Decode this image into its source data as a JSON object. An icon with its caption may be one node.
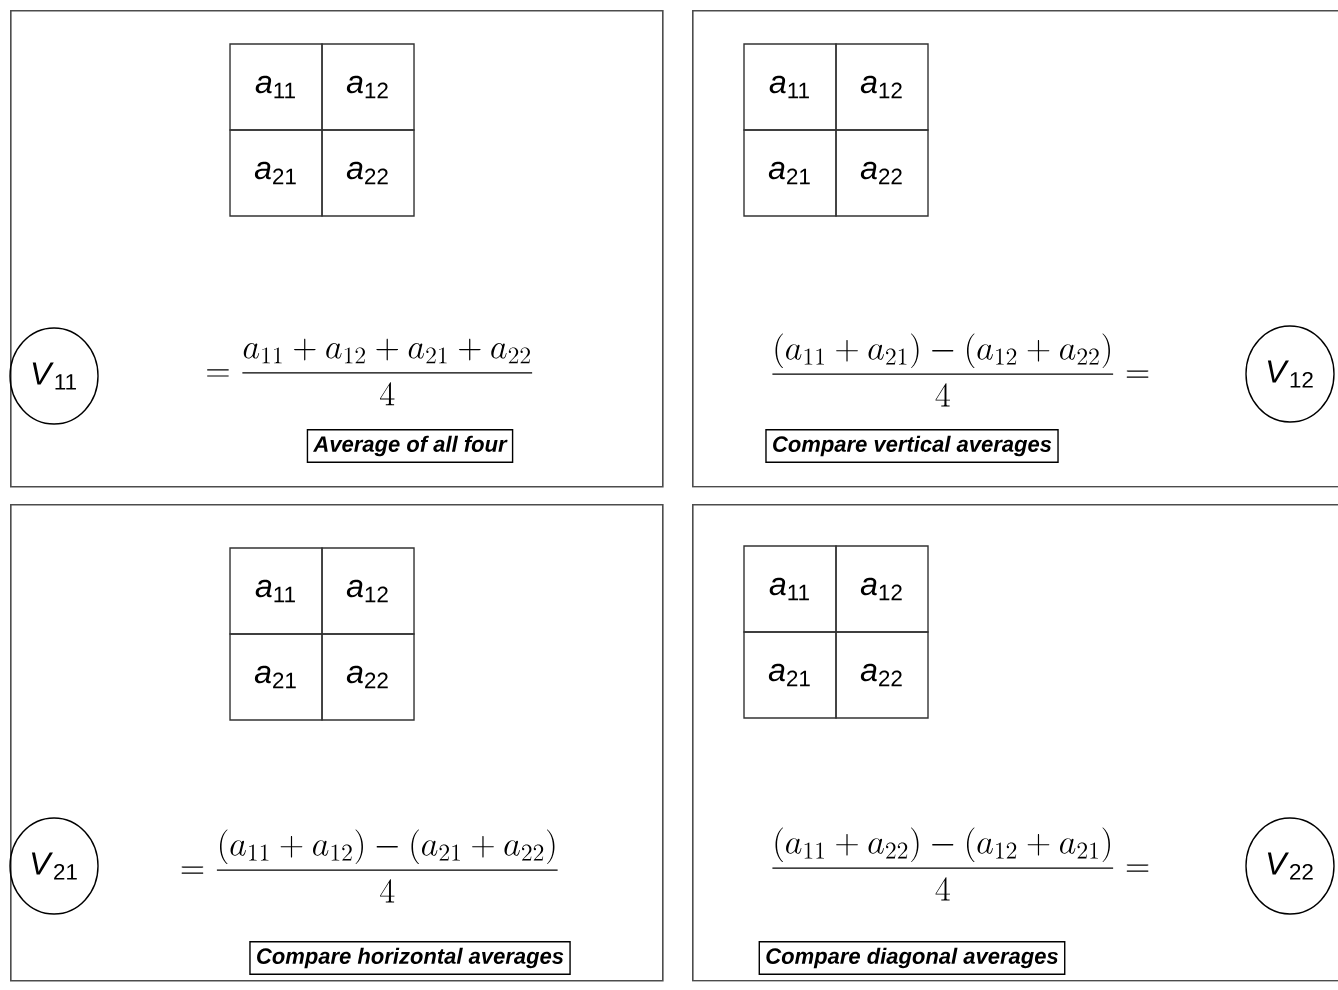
{
  "diagram": {
    "nodes": [
      {
        "text": [],
        "shape": "box"
      },
      {
        "text": [
          "*a*$_{11}$"
        ],
        "in": 0
      },
      {
        "text": [
          "*a*$_{12}$"
        ],
        "in": 0
      },
      {
        "text": [
          "*a*$_{21}$"
        ],
        "in": 0
      },
      {
        "text": [
          "*a*$_{22}$"
        ],
        "in": 0
      },
      {
        "text": [
          "*V*$_{11}$"
        ],
        "in": 0
      },
      {
        "text": [
          "Average of all four"
        ],
        "in": 0
      },
      {
        "text": [],
        "shape": "box"
      },
      {
        "text": [
          "*a*$_{11}$"
        ],
        "in": 7
      },
      {
        "text": [
          "*a*$_{12}$"
        ],
        "in": 7
      },
      {
        "text": [
          "*a*$_{21}$"
        ],
        "in": 7
      },
      {
        "text": [
          "*a*$_{22}$"
        ],
        "in": 7
      },
      {
        "text": [
          "*V*$_{12}$"
        ],
        "in": 7
      },
      {
        "text": [
          "Compare vertical averages"
        ],
        "in": 7
      },
      {
        "text": [],
        "shape": "box"
      },
      {
        "text": [
          "*a*$_{11}$"
        ],
        "in": 14
      },
      {
        "text": [
          "*a*$_{12}$"
        ],
        "in": 14
      },
      {
        "text": [
          "*a*$_{21}$"
        ],
        "in": 14
      },
      {
        "text": [
          "*a*$_{22}$"
        ],
        "in": 14
      },
      {
        "text": [
          "*V*$_{21}$"
        ],
        "in": 14
      },
      {
        "text": [
          "Compare horizontal averages"
        ],
        "in": 14
      },
      {
        "text": [],
        "shape": "box"
      },
      {
        "text": [
          "*a*$_{11}$"
        ],
        "in": 21
      },
      {
        "text": [
          "*a*$_{12}$"
        ],
        "in": 21
      },
      {
        "text": [
          "*a*$_{21}$"
        ],
        "in": 21
      },
      {
        "text": [
          "*a*$_{22}$"
        ],
        "in": 21
      },
      {
        "text": [
          "*V*$_{22}$"
        ],
        "in": 21
      },
      {
        "text": [
          "Compare diagonal averages"
        ],
        "in": 21
      }
    ],
    "labels": [
      "= \\dfrac{a_{11}+a_{12}+a_{21}+a_{22}}{4}",
      "\\dfrac{(a_{11}+a_{21})-(a_{12}+a_{22})}{4} =",
      "= \\dfrac{(a_{11}+a_{12})-(a_{21}+a_{22})}{4}",
      "\\dfrac{(a_{11}+a_{22})-(a_{12}+a_{21})}{4} ="
    ]
  }
}
